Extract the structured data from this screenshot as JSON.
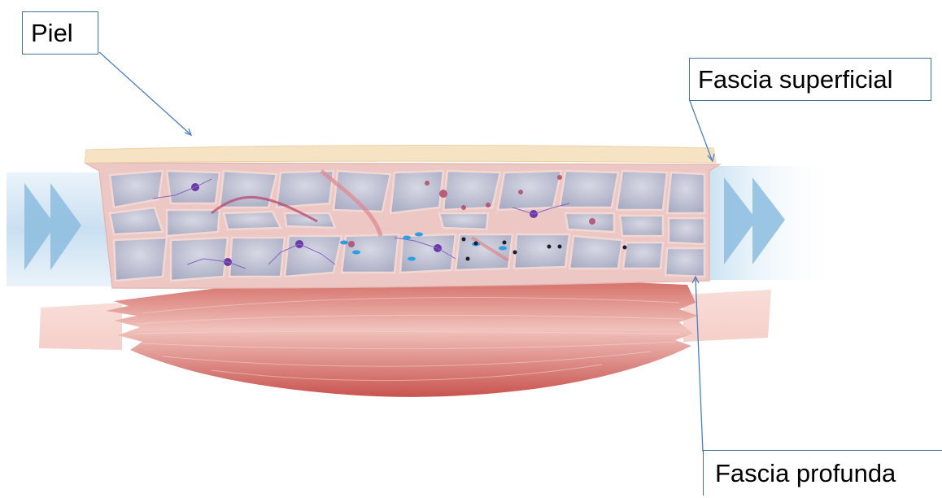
{
  "labels": {
    "skin": "Piel",
    "superficial_fascia": "Fascia superficial",
    "deep_fascia": "Fascia profunda"
  },
  "colors": {
    "label_border": "#41719c",
    "leader_line": "#4a7fc1",
    "skin_layer": "#f6e3c3",
    "fascia_tissue": "#ecc7c3",
    "fascia_cells": "#b3b6c9",
    "muscle": "#d9726d",
    "flow_band": "#cfe3f2",
    "flow_arrows": "#8dbde0"
  },
  "icons": [
    "flow-arrow-icon",
    "fibroblast-icon",
    "adipocyte-icon",
    "vessel-icon"
  ]
}
